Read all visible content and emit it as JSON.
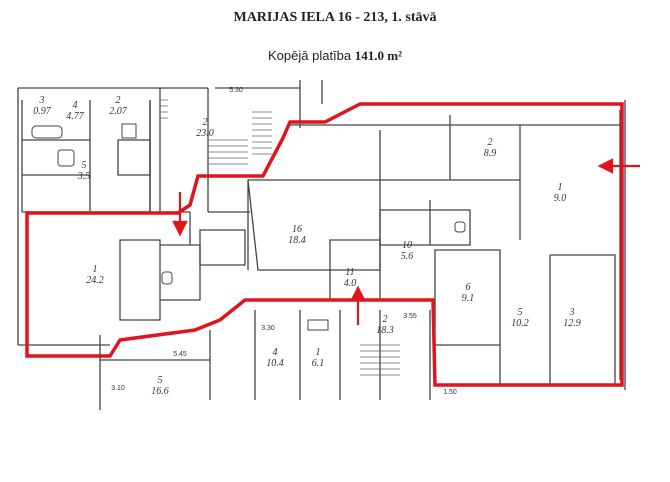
{
  "header": {
    "title": "MARIJAS IELA 16 - 213, 1. stāvā",
    "area_prefix": "Kopējā platība",
    "area_value": "141.0 m²"
  },
  "plan": {
    "room_labels": [
      {
        "id": "2",
        "area": "2.07"
      },
      {
        "id": "3",
        "area": "0.97"
      },
      {
        "id": "4",
        "area": "4.77"
      },
      {
        "id": "5",
        "area": "3.5"
      },
      {
        "id": "2",
        "area": "23.0"
      },
      {
        "id": "1",
        "area": "24.2"
      },
      {
        "id": "5",
        "area": "16.6"
      },
      {
        "id": "4",
        "area": "10.4"
      },
      {
        "id": "1",
        "area": "6.1"
      },
      {
        "id": "2",
        "area": "18.3"
      },
      {
        "id": "10",
        "area": "5.6"
      },
      {
        "id": "11",
        "area": "4.0"
      },
      {
        "id": "16",
        "area": "18.4"
      },
      {
        "id": "6",
        "area": "9.1"
      },
      {
        "id": "5",
        "area": "10.2"
      },
      {
        "id": "3",
        "area": "12.9"
      },
      {
        "id": "1",
        "area": "9.0"
      },
      {
        "id": "2",
        "area": "8.9"
      }
    ],
    "dimensions": [
      "5.30",
      "5.45",
      "3.30",
      "3.55",
      "3.10",
      "1.50"
    ]
  }
}
